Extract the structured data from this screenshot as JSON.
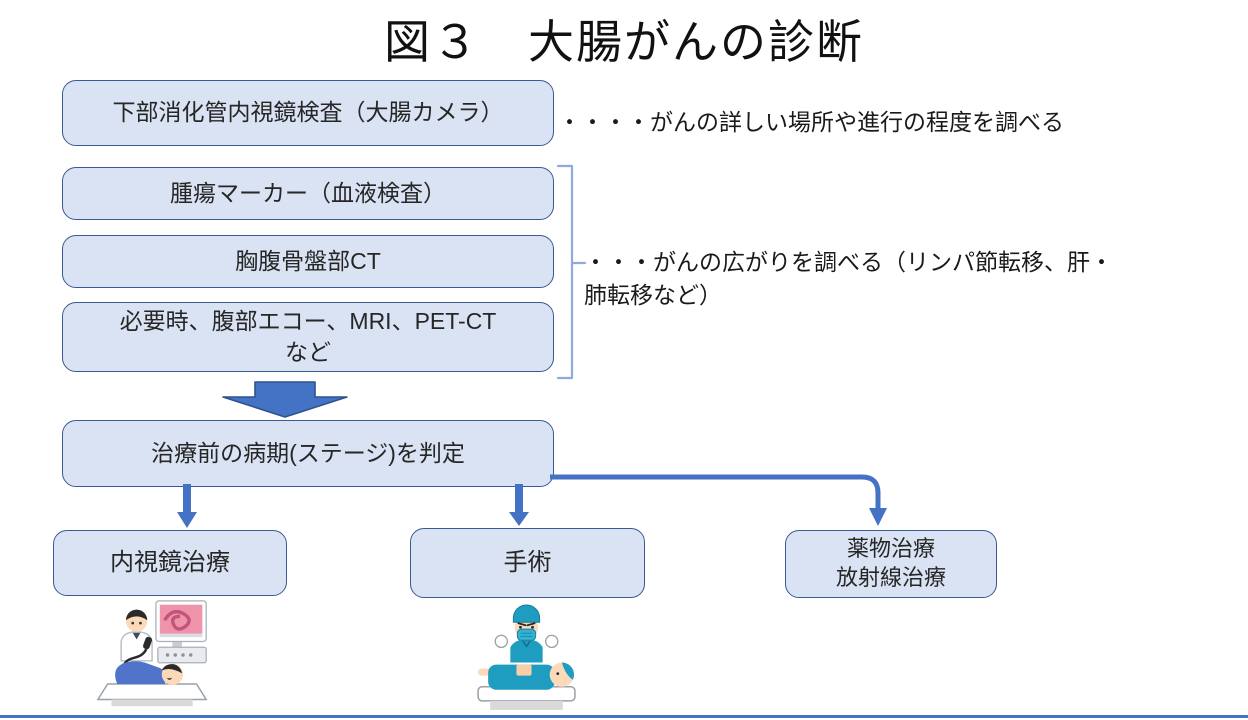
{
  "title": "図３　大腸がんの診断",
  "exam": {
    "endoscopy_box": "下部消化管内視鏡検査（大腸カメラ）",
    "endoscopy_note": "・・・・がんの詳しい場所や進行の程度を調べる",
    "tumor_marker_box": "腫瘍マーカー（血液検査）",
    "ct_box": "胸腹骨盤部CT",
    "optional_box_line1": "必要時、腹部エコー、MRI、PET-CT",
    "optional_box_line2": "など",
    "spread_note_line1": "・・・がんの広がりを調べる（リンパ節転移、肝・",
    "spread_note_line2": "肺転移など）"
  },
  "staging_box": "治療前の病期(ステージ)を判定",
  "treatments": {
    "endoscopic": "内視鏡治療",
    "surgery": "手術",
    "drug_line1": "薬物治療",
    "radiation_line2": "放射線治療"
  },
  "icons": {
    "endoscopy_illustration": "colonoscopy-exam-scene",
    "surgery_illustration": "surgery-operation-scene"
  },
  "colors": {
    "box_fill": "#dae3f3",
    "box_border": "#3a5a94",
    "arrow": "#4472c4",
    "arrow_border": "#2f528f",
    "bracket": "#8faadc",
    "bottom_rule": "#4472c4"
  }
}
